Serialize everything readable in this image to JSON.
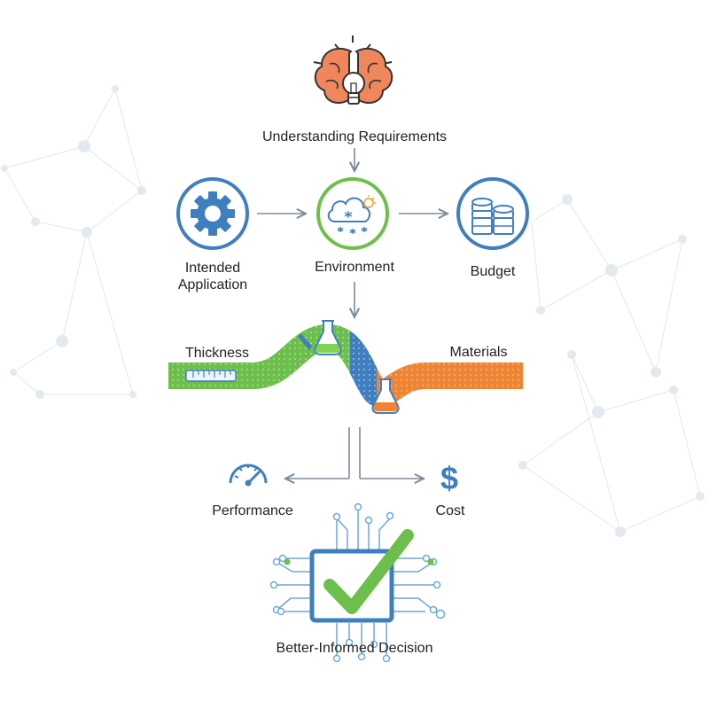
{
  "colors": {
    "blue": "#3f7fc0",
    "green": "#6cbf4a",
    "orange": "#ef8432",
    "brain": "#f0865c",
    "grid": "#e6ebef",
    "arrow": "#7b8b99",
    "text": "#222222"
  },
  "nodes": {
    "requirements": {
      "label": "Understanding Requirements",
      "icon": "brain-lightbulb-icon"
    },
    "application": {
      "label": "Intended Application",
      "icon": "gear-icon"
    },
    "environment": {
      "label": "Environment",
      "icon": "weather-cloud-icon"
    },
    "budget": {
      "label": "Budget",
      "icon": "coin-stack-icon"
    },
    "thickness": {
      "label": "Thickness",
      "icon": "ruler-icon"
    },
    "materials": {
      "label": "Materials",
      "icon": "flask-icon"
    },
    "performance": {
      "label": "Performance",
      "icon": "gauge-icon"
    },
    "cost": {
      "label": "Cost",
      "icon": "dollar-icon"
    },
    "decision": {
      "label": "Better-Informed Decision",
      "icon": "checkmark-chip-icon"
    }
  }
}
